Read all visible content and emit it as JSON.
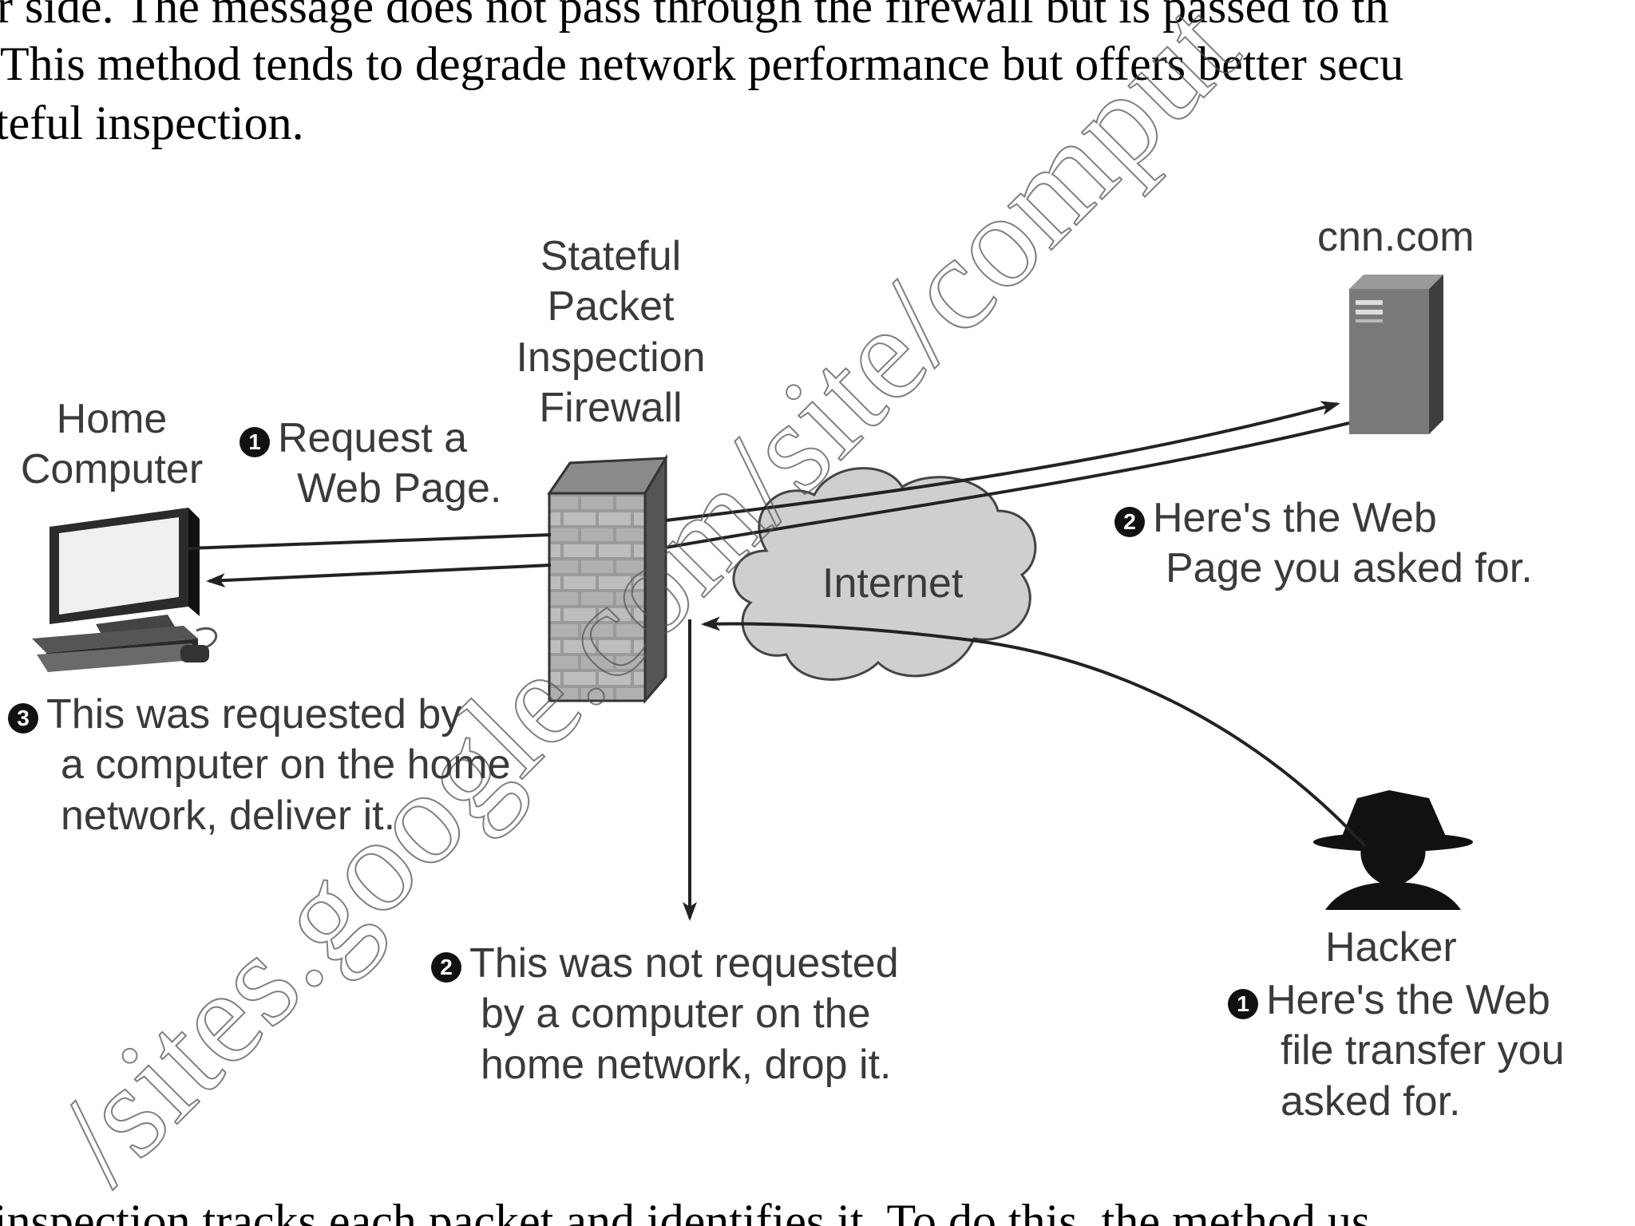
{
  "text": {
    "top_line_1": "r side.  The message does not pass through the firewall but is passed to th",
    "top_line_2": "This method tends to degrade network performance but offers better secu",
    "top_line_3": "teful inspection.",
    "bottom_line": " inspection tracks each packet and identifies it.  To do this, the method us"
  },
  "diagram": {
    "firewall_label": [
      "Stateful",
      "Packet",
      "Inspection",
      "Firewall"
    ],
    "home_label": [
      "Home",
      "Computer"
    ],
    "server_label": "cnn.com",
    "cloud_label": "Internet",
    "hacker_label": "Hacker",
    "step_request": {
      "num": "1",
      "lines": [
        "Request a",
        "Web Page."
      ]
    },
    "step_reply": {
      "num": "2",
      "lines": [
        "Here's the Web",
        "Page you asked for."
      ]
    },
    "step_deliver": {
      "num": "3",
      "lines": [
        "This was requested by",
        "a computer on the home",
        "network, deliver it."
      ]
    },
    "step_drop": {
      "num": "2",
      "lines": [
        "This was not requested",
        "by a computer on the",
        "home network, drop it."
      ]
    },
    "step_hacker": {
      "num": "1",
      "lines": [
        "Here's the Web",
        "file transfer you",
        "asked for."
      ]
    }
  },
  "watermark": "/sites.google.com/site/comput"
}
